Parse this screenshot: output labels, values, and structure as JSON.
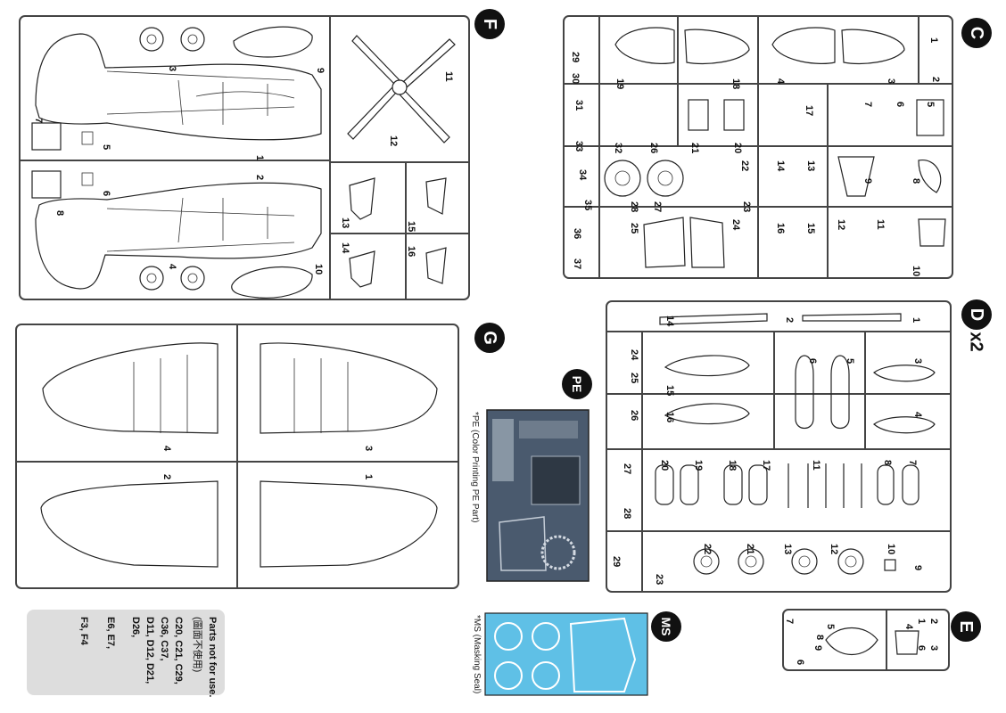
{
  "sprues": {
    "F": {
      "label": "F"
    },
    "C": {
      "label": "C"
    },
    "G": {
      "label": "G"
    },
    "D": {
      "label": "D",
      "multiplier": "x2"
    },
    "PE": {
      "label": "PE",
      "caption": "*PE (Color Printing PE Part)"
    },
    "MS": {
      "label": "MS",
      "caption": "*MS (Masking Seal)"
    },
    "E": {
      "label": "E"
    }
  },
  "notes": {
    "title": "Parts not for use.",
    "title_cjk": "(圖面不使用)",
    "lines": [
      "C20, C21, C29,",
      "C36, C37,",
      "D11, D12, D21,",
      "D26,",
      "E6, E7,",
      "F3, F4"
    ]
  },
  "part_numbers": {
    "F": [
      "3",
      "4",
      "9",
      "11",
      "7",
      "5",
      "1",
      "12",
      "2",
      "8",
      "6",
      "13",
      "15",
      "14",
      "16",
      "10"
    ],
    "C": [
      "29",
      "30",
      "19",
      "18",
      "4",
      "3",
      "1",
      "2",
      "31",
      "32",
      "33",
      "26",
      "21",
      "20",
      "17",
      "7",
      "6",
      "5",
      "34",
      "35",
      "28",
      "27",
      "22",
      "23",
      "14",
      "13",
      "9",
      "8",
      "36",
      "25",
      "24",
      "16",
      "15",
      "12",
      "11",
      "37",
      "10"
    ],
    "G": [
      "4",
      "3",
      "2",
      "1"
    ],
    "D": [
      "14",
      "2",
      "1",
      "24",
      "25",
      "15",
      "6",
      "5",
      "3",
      "26",
      "16",
      "4",
      "27",
      "28",
      "20",
      "19",
      "18",
      "17",
      "11",
      "8",
      "7",
      "29",
      "23",
      "22",
      "21",
      "13",
      "12",
      "10",
      "9"
    ],
    "E": [
      "7",
      "5",
      "9",
      "6",
      "8",
      "4",
      "1",
      "2",
      "3",
      "6"
    ]
  },
  "colors": {
    "pe_plate": "#4a5a6e",
    "ms_sheet": "#5fc0e6",
    "note_bg": "#dddddd"
  }
}
